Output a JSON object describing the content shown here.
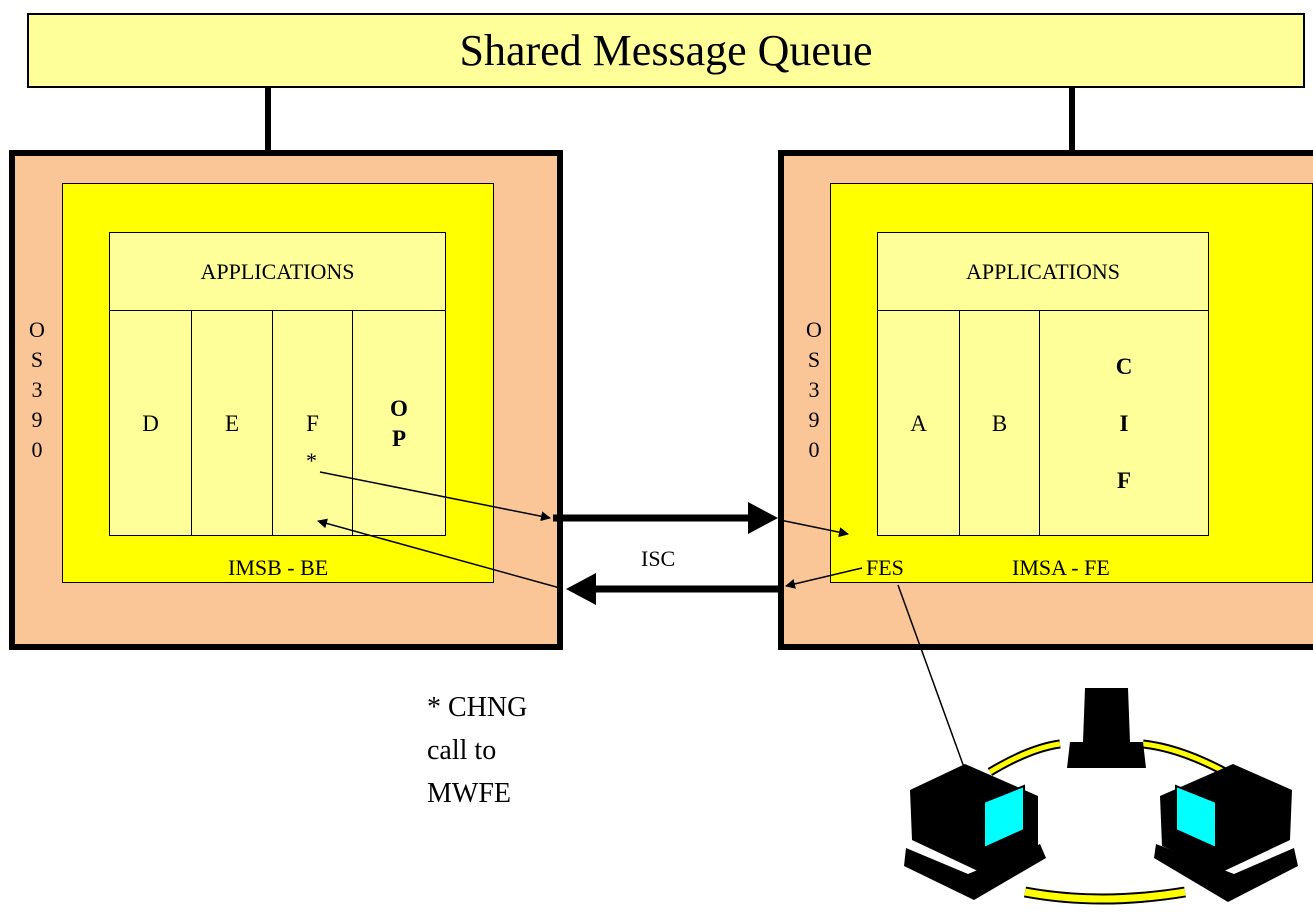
{
  "queue": {
    "label": "Shared Message Queue"
  },
  "left_system": {
    "os_label": [
      "O",
      "S",
      "3",
      "9",
      "0"
    ],
    "applications_label": "APPLICATIONS",
    "columns": [
      "D",
      "E",
      "F"
    ],
    "op_label": [
      "O",
      "P"
    ],
    "star": "*",
    "ims_label": "IMSB -  BE"
  },
  "right_system": {
    "os_label": [
      "O",
      "S",
      "3",
      "9",
      "0"
    ],
    "applications_label": "APPLICATIONS",
    "columns": [
      "A",
      "B"
    ],
    "cif_label": [
      "C",
      "I",
      "F"
    ],
    "fes_label": "FES",
    "ims_label": "IMSA - FE"
  },
  "link": {
    "label": "ISC"
  },
  "note": {
    "lines": [
      "* CHNG",
      "call to",
      "MWFE"
    ]
  },
  "colors": {
    "queue_fill": "#ffff99",
    "os_fill": "#fbc697",
    "ims_fill": "#ffff00",
    "monitor_screen": "#00ffff",
    "ring": "#ffff00"
  }
}
